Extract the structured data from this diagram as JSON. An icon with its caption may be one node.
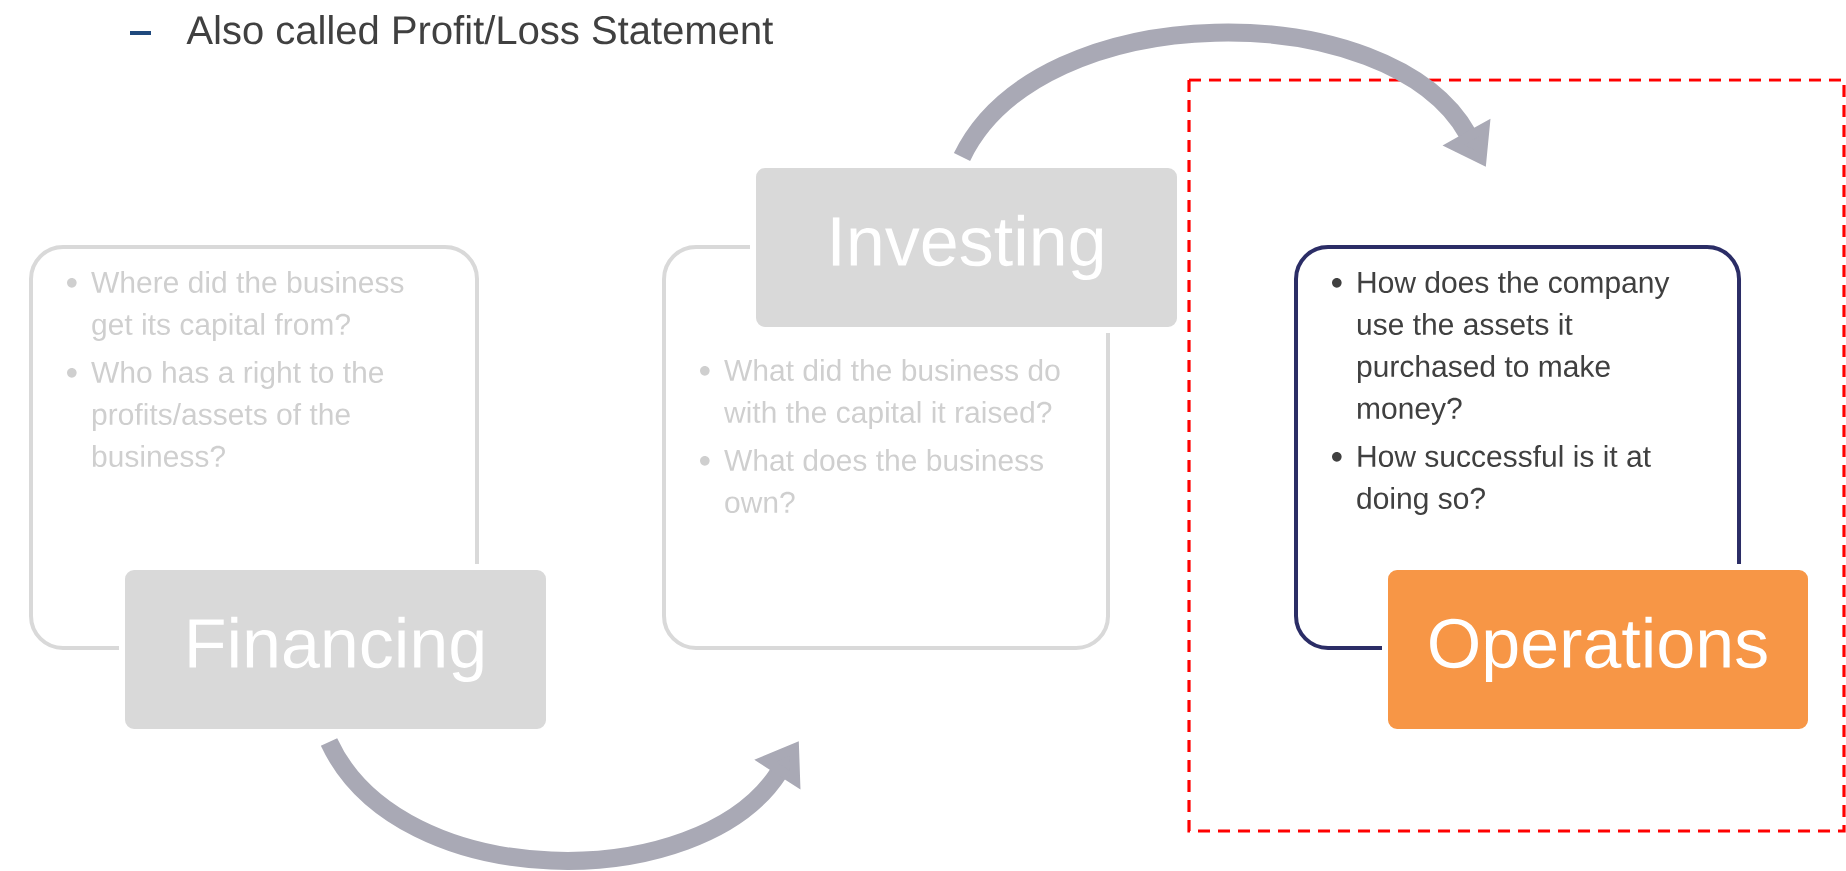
{
  "diagram": {
    "nodes": [
      {
        "text": [
          "Where did the business get its capital from?",
          "Who has a right to the profits/assets of the business?"
        ]
      },
      {
        "text": [
          "Financing"
        ]
      },
      {
        "text": [
          "Investing"
        ]
      },
      {
        "text": [
          "What did the business do with the capital it raised?",
          "What does the business own?"
        ]
      },
      {
        "text": [
          "How does the company use the assets it purchased to make money?",
          "How successful is it at doing so?"
        ]
      },
      {
        "text": [
          "Operations"
        ]
      }
    ],
    "edges": [
      {
        "from": 1,
        "to": 3,
        "arrow": "to"
      },
      {
        "from": 2,
        "to": 4,
        "arrow": "to"
      }
    ],
    "labels": [
      "Also called Profit/Loss Statement"
    ]
  }
}
